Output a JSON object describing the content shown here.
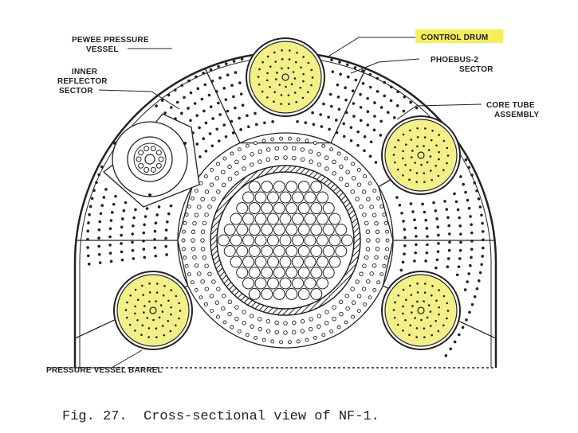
{
  "labels": {
    "pewee_pressure_vessel": [
      "PEWEE PRESSURE",
      "VESSEL"
    ],
    "control_drum": "CONTROL DRUM",
    "phoebus_2_sector": [
      "PHOEBUS-2",
      "SECTOR"
    ],
    "inner_reflector_sector": [
      "INNER",
      "REFLECTOR",
      "SECTOR"
    ],
    "core_tube_assembly": [
      "CORE TUBE",
      "ASSEMBLY"
    ],
    "pressure_vessel_barrel": "PRESSURE VESSEL BARREL"
  },
  "caption": "Fig. 27.  Cross-sectional view of NF-1.",
  "colors": {
    "drum_fill": "#f3f08a",
    "highlight": "#f4ef5a",
    "line": "#222222"
  }
}
